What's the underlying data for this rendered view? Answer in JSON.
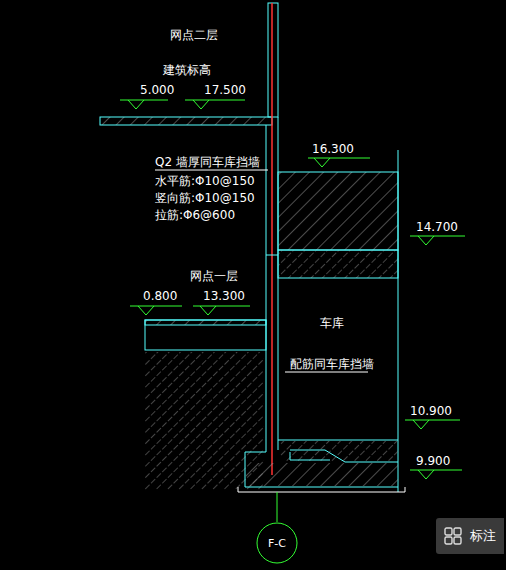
{
  "diagram": {
    "nodes": [
      {
        "text": [
          "F-C"
        ]
      },
      {
        "text": [
          "标注"
        ]
      }
    ],
    "labels": [
      "网点二层",
      "建筑标高",
      "5.000",
      "17.500",
      "Q2 墙厚同车库挡墙",
      "水平筋:Φ10@150",
      "竖向筋:Φ10@150",
      "拉筋:Φ6@600",
      "16.300",
      "14.700",
      "网点一层",
      "0.800",
      "13.300",
      "车库",
      "配筋同车库挡墙",
      "10.900",
      "9.900"
    ]
  }
}
